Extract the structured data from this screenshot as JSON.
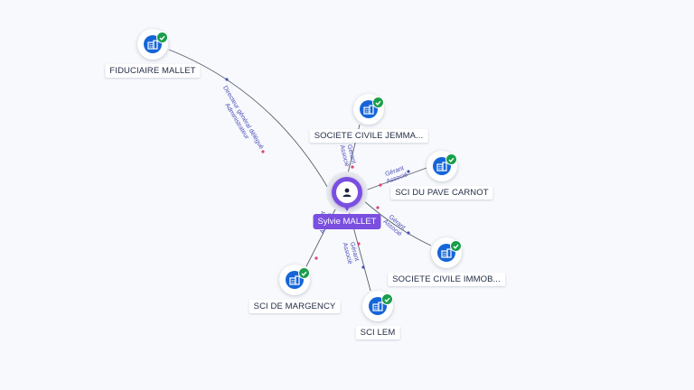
{
  "center": {
    "name": "Sylvie MALLET",
    "icon": "person-icon",
    "color": "#7a4fe0"
  },
  "companies": [
    {
      "id": "fiduciaire",
      "name": "FIDUCIAIRE MALLET",
      "icon": "building-icon",
      "verified": true,
      "relation": [
        "Directeur général délégué",
        "Administrateur"
      ]
    },
    {
      "id": "jemma",
      "name": "SOCIETE CIVILE JEMMA...",
      "icon": "building-icon",
      "verified": true,
      "relation": [
        "Gérant",
        "Associé"
      ]
    },
    {
      "id": "pave",
      "name": "SCI DU PAVE CARNOT",
      "icon": "building-icon",
      "verified": true,
      "relation": [
        "Gérant",
        "Associé"
      ]
    },
    {
      "id": "immob",
      "name": "SOCIETE CIVILE IMMOB...",
      "icon": "building-icon",
      "verified": true,
      "relation": [
        "Gérant",
        "Associé"
      ]
    },
    {
      "id": "lem",
      "name": "SCI LEM",
      "icon": "building-icon",
      "verified": true,
      "relation": [
        "Gérant",
        "Associé"
      ]
    },
    {
      "id": "margency",
      "name": "SCI DE MARGENCY",
      "icon": "building-icon",
      "verified": true,
      "relation": [
        "Gérant",
        "Associé"
      ]
    }
  ],
  "colors": {
    "building": "#1565d8",
    "verified": "#1a9e4b",
    "relation_text": "#4a4fb8",
    "edge": "#5a5f70"
  }
}
